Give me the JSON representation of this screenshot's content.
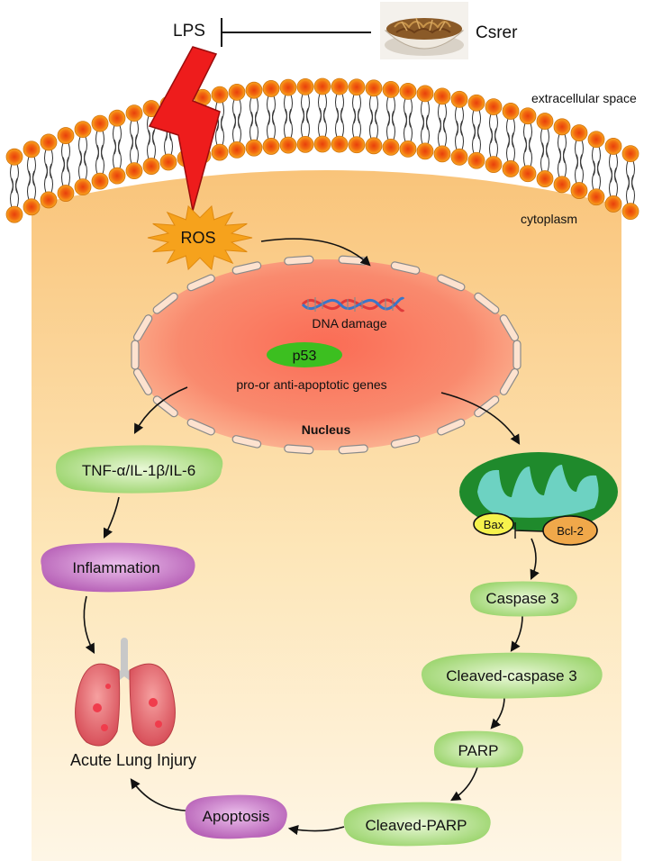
{
  "top": {
    "lps": "LPS",
    "inhibitor": "Csrer",
    "inhibitor_image": "dried-herb-bowl"
  },
  "regions": {
    "outside": "extracellular space",
    "inside": "cytoplasm"
  },
  "nodes": {
    "ros": "ROS",
    "dna_damage": "DNA damage",
    "p53": "p53",
    "genes": "pro-or anti-apoptotic genes",
    "nucleus": "Nucleus",
    "cytokines": "TNF-α/IL-1β/IL-6",
    "inflammation": "Inflammation",
    "lung_injury": "Acute Lung Injury",
    "bax": "Bax",
    "bcl2": "Bcl-2",
    "caspase3": "Caspase 3",
    "cleaved_caspase3": "Cleaved-caspase 3",
    "parp": "PARP",
    "cleaved_parp": "Cleaved-PARP",
    "apoptosis": "Apoptosis"
  },
  "colors": {
    "lipid_head": "#f59a1a",
    "lipid_head_core": "#e8400c",
    "cytoplasm_top": "#f9c47a",
    "cytoplasm_bottom": "#fef6e6",
    "nucleus": "#f8826c",
    "green_node": "#a8dc7c",
    "purple_node": "#c068c0",
    "lightning": "#ee1c1c",
    "ros_burst": "#f6a21c",
    "mitochondria_outer": "#1f8a2c",
    "mitochondria_inner": "#6dd2c2"
  }
}
